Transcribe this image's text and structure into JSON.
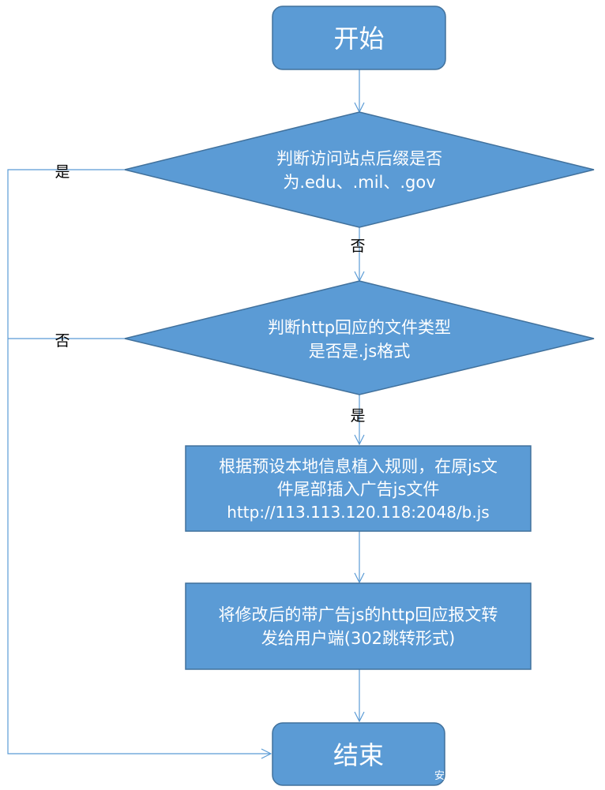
{
  "colors": {
    "node_fill": "#5b9bd5",
    "node_stroke": "#41719c",
    "edge": "#5b9bd5",
    "text": "#ffffff",
    "label": "#000000"
  },
  "nodes": {
    "start": {
      "shape": "rounded-rect",
      "lines": [
        "开始"
      ]
    },
    "decision_suffix": {
      "shape": "diamond",
      "lines": [
        "判断访问站点后缀是否",
        "为.edu、.mil、.gov"
      ]
    },
    "decision_js": {
      "shape": "diamond",
      "lines": [
        "判断http回应的文件类型",
        "是否是.js格式"
      ]
    },
    "inject": {
      "shape": "rect",
      "lines": [
        "根据预设本地信息植入规则，在原js文",
        "件尾部插入广告js文件",
        "http://113.113.120.118:2048/b.js"
      ]
    },
    "forward": {
      "shape": "rect",
      "lines": [
        "将修改后的带广告js的http回应报文转",
        "发给用户端(302跳转形式)"
      ]
    },
    "end": {
      "shape": "rounded-rect",
      "lines": [
        "结束"
      ]
    }
  },
  "edges": {
    "suffix_yes": {
      "label": "是"
    },
    "suffix_no": {
      "label": "否"
    },
    "js_no": {
      "label": "否"
    },
    "js_yes": {
      "label": "是"
    }
  },
  "watermark": "安"
}
